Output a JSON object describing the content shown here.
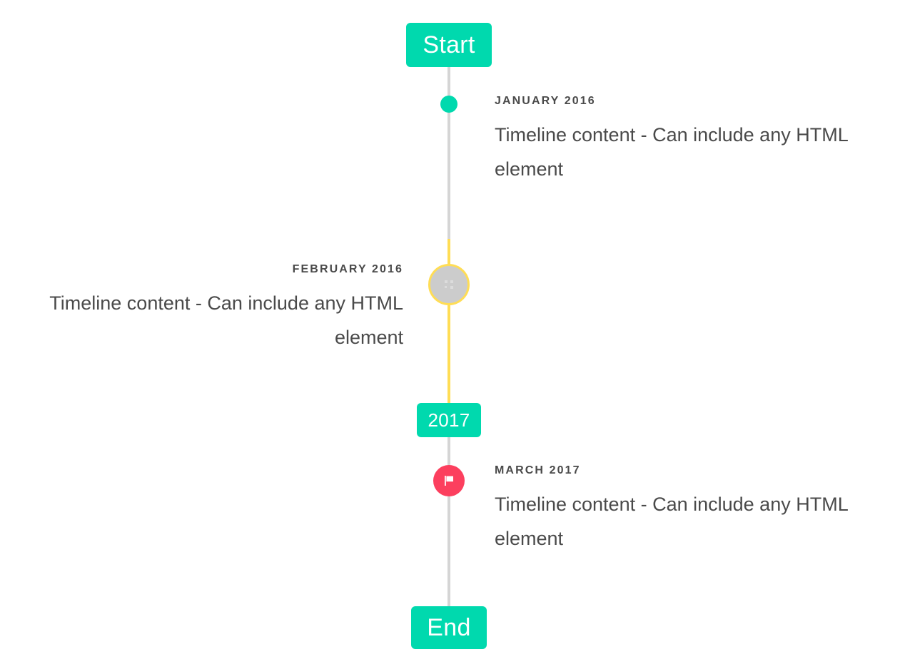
{
  "timeline": {
    "colors": {
      "accent_teal": "#00d9ae",
      "accent_yellow": "#ffdd55",
      "accent_pink": "#fc3f5e",
      "line_gray": "#d5d5d5",
      "marker_gray": "#cccccc",
      "text_gray": "#4a4a4a"
    },
    "start_label": "Start",
    "middle_label": "2017",
    "end_label": "End",
    "entries": [
      {
        "date": "JANUARY 2016",
        "body": "Timeline content - Can include any HTML element",
        "side": "right",
        "marker": "dot-icon"
      },
      {
        "date": "FEBRUARY 2016",
        "body": "Timeline content - Can include any HTML element",
        "side": "left",
        "marker": "broken-image-icon"
      },
      {
        "date": "MARCH 2017",
        "body": "Timeline content - Can include any HTML element",
        "side": "right",
        "marker": "flag-icon"
      }
    ]
  }
}
